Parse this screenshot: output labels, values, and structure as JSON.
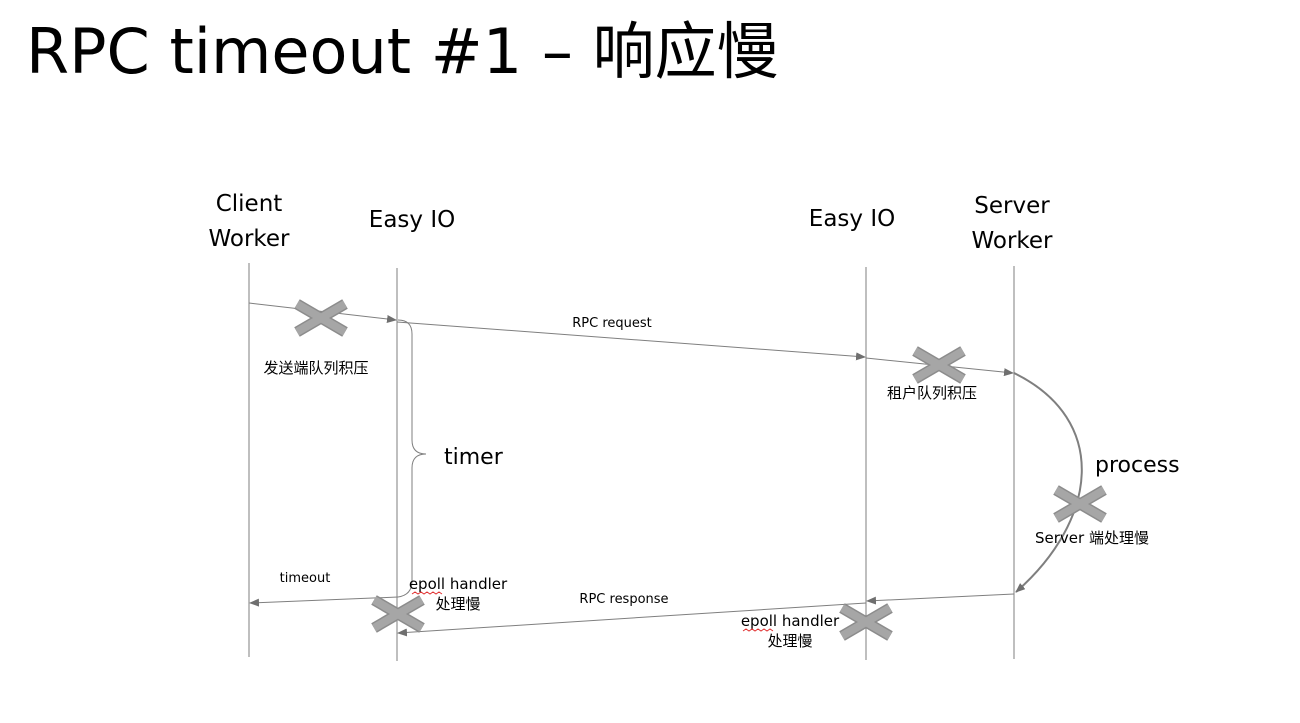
{
  "slide": {
    "title": "RPC timeout #1 – 响应慢"
  },
  "lanes": {
    "client_worker": [
      "Client",
      "Worker"
    ],
    "easy_io_left": "Easy IO",
    "easy_io_right": "Easy IO",
    "server_worker": [
      "Server",
      "Worker"
    ]
  },
  "labels": {
    "rpc_request": "RPC request",
    "rpc_response": "RPC response",
    "timer": "timer",
    "process": "process",
    "timeout": "timeout",
    "send_queue_backlog": "发送端队列积压",
    "tenant_queue_backlog": "租户队列积压",
    "server_slow": "Server 端处理慢",
    "epoll_left": [
      "epoll handler",
      "处理慢"
    ],
    "epoll_right": [
      "epoll handler",
      "处理慢"
    ]
  },
  "colors": {
    "line": "#7f7f7f",
    "cross_fill": "#a6a6a6",
    "cross_stroke": "#8c8c8c",
    "squiggle": "#e03030"
  }
}
